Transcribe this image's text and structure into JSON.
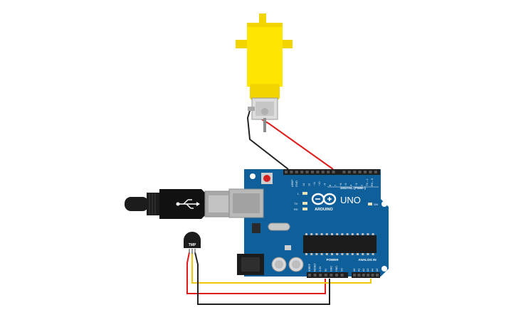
{
  "canvas": {
    "background": "#ffffff"
  },
  "motor": {
    "icon": "dc-gear-motor-icon",
    "color": "#ffe600"
  },
  "arduino": {
    "icon": "arduino-uno-board-icon",
    "board_color": "#0f5f9b",
    "logo_text": "ARDUINO",
    "model_text": "UNO",
    "digital_header_label": "DIGITAL (PWM~)",
    "power_header_label": "POWER",
    "analog_header_label": "ANALOG IN",
    "led_l": "L",
    "led_tx": "TX",
    "led_rx": "RX",
    "led_on": "ON",
    "aref_label": "AREF",
    "gnd_label": "GND",
    "digital_pins": [
      "13",
      "12",
      "~11",
      "~10",
      "~9",
      "8",
      "7",
      "~6",
      "~5",
      "4",
      "~3",
      "2",
      "TX→1",
      "RX←0"
    ],
    "power_pins": [
      "IOREF",
      "RESET",
      "3.3V",
      "5V",
      "GND",
      "GND",
      "Vin"
    ],
    "analog_pins": [
      "A0",
      "A1",
      "A2",
      "A3",
      "A4",
      "A5"
    ]
  },
  "usb_cable": {
    "icon": "usb-b-cable-icon"
  },
  "sensor": {
    "icon": "tmp-temperature-sensor-icon",
    "label": "TMP"
  },
  "wires": {
    "red": "#e01b1b",
    "black": "#222222",
    "yellow": "#f2c80f"
  }
}
